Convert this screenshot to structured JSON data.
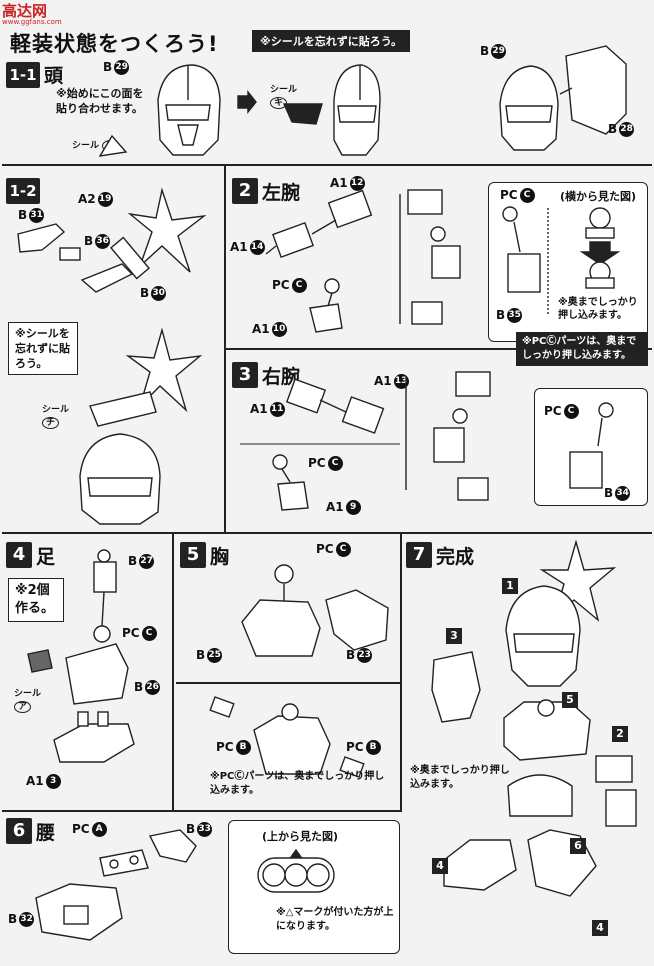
{
  "watermark": {
    "text": "高达网",
    "url": "www.ggfans.com"
  },
  "header": {
    "title": "軽装状態をつくろう!",
    "reminder": "※シールを忘れずに貼ろう。"
  },
  "step11": {
    "num": "1-1",
    "title": "頭",
    "parts": {
      "b29a": "B",
      "b29a_n": "29",
      "b29b": "B",
      "b29b_n": "29",
      "b28": "B",
      "b28_n": "28"
    },
    "note": "※始めにこの面を貼り合わせます。",
    "seal_tsu": "シール",
    "seal_tsu_char": "ツ",
    "seal_ki": "シール",
    "seal_ki_char": "キ"
  },
  "step12": {
    "num": "1-2",
    "parts": {
      "a2": "A2",
      "a2_n": "19",
      "b31": "B",
      "b31_n": "31",
      "b36": "B",
      "b36_n": "36",
      "b30": "B",
      "b30_n": "30"
    },
    "note": "※シールを忘れずに貼ろう。",
    "seal": "シール",
    "seal_char": "チ"
  },
  "step2": {
    "num": "2",
    "title": "左腕",
    "parts": {
      "a1_12": "A1",
      "a1_12_n": "12",
      "a1_14": "A1",
      "a1_14_n": "14",
      "pcc": "PC",
      "pcc_n": "C",
      "a1_10": "A1",
      "a1_10_n": "10",
      "pcc2": "PC",
      "pcc2_n": "C",
      "b35": "B",
      "b35_n": "35"
    },
    "side_view": "(横から見た図)",
    "push_note": "※奥までしっかり押し込みます。"
  },
  "step3": {
    "num": "3",
    "title": "右腕",
    "parts": {
      "a1_11": "A1",
      "a1_11_n": "11",
      "a1_13": "A1",
      "a1_13_n": "13",
      "pcc": "PC",
      "pcc_n": "C",
      "a1_9": "A1",
      "a1_9_n": "9",
      "pcc2": "PC",
      "pcc2_n": "C",
      "b34": "B",
      "b34_n": "34"
    },
    "banner": "※PCⒸパーツは、奥までしっかり押し込みます。"
  },
  "step4": {
    "num": "4",
    "title": "足",
    "callout": "※2個作る。",
    "parts": {
      "b27": "B",
      "b27_n": "27",
      "pcc": "PC",
      "pcc_n": "C",
      "b26": "B",
      "b26_n": "26",
      "a1_3": "A1",
      "a1_3_n": "3"
    },
    "seal": "シール",
    "seal_char": "ア"
  },
  "step5": {
    "num": "5",
    "title": "胸",
    "parts": {
      "pcc": "PC",
      "pcc_n": "C",
      "b25": "B",
      "b25_n": "25",
      "b23": "B",
      "b23_n": "23",
      "pcb1": "PC",
      "pcb1_n": "B",
      "pcb2": "PC",
      "pcb2_n": "B"
    },
    "note": "※PCⒸパーツは、奥までしっかり押し込みます。"
  },
  "step6": {
    "num": "6",
    "title": "腰",
    "parts": {
      "pca": "PC",
      "pca_n": "A",
      "b33": "B",
      "b33_n": "33",
      "b32": "B",
      "b32_n": "32"
    },
    "top_view": "(上から見た図)",
    "note": "※△マークが付いた方が上になります。"
  },
  "step7": {
    "num": "7",
    "title": "完成",
    "refs": [
      "1",
      "3",
      "5",
      "2",
      "6",
      "4",
      "4"
    ],
    "note": "※奥までしっかり押し込みます。"
  }
}
